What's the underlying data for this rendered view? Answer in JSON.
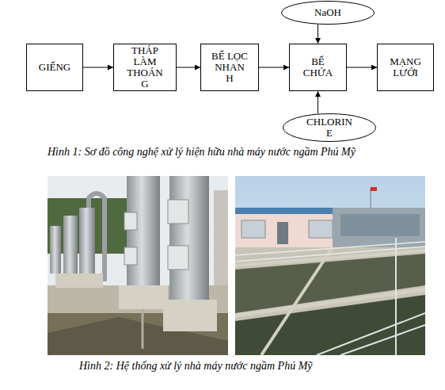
{
  "diagram": {
    "caption": "Hình 1: Sơ đồ công nghệ xử lý hiện hữu nhà máy nước ngầm Phú Mỹ",
    "nodes": [
      {
        "text": [
          "NaOH"
        ]
      },
      {
        "text": [
          "GIẾNG"
        ]
      },
      {
        "text": [
          "THÁP LÀM THOÁNG"
        ]
      },
      {
        "text": [
          "BỂ LỌC NHANH"
        ]
      },
      {
        "text": [
          "BỂ CHỨA"
        ]
      },
      {
        "text": [
          "MẠNG LƯỚI"
        ]
      },
      {
        "text": [
          "CHLORINE"
        ]
      }
    ],
    "edges": [
      {
        "from": 1,
        "to": 2,
        "arrow": "to"
      },
      {
        "from": 2,
        "to": 3,
        "arrow": "to"
      },
      {
        "from": 3,
        "to": 4,
        "arrow": "to"
      },
      {
        "from": 4,
        "to": 5,
        "arrow": "to"
      },
      {
        "from": 0,
        "to": 4,
        "arrow": "to"
      },
      {
        "from": 6,
        "to": 4,
        "arrow": "to"
      }
    ],
    "labels": [
      "Hình 2: Hệ thống xử lý nhà máy nước ngầm Phú Mỹ"
    ]
  }
}
